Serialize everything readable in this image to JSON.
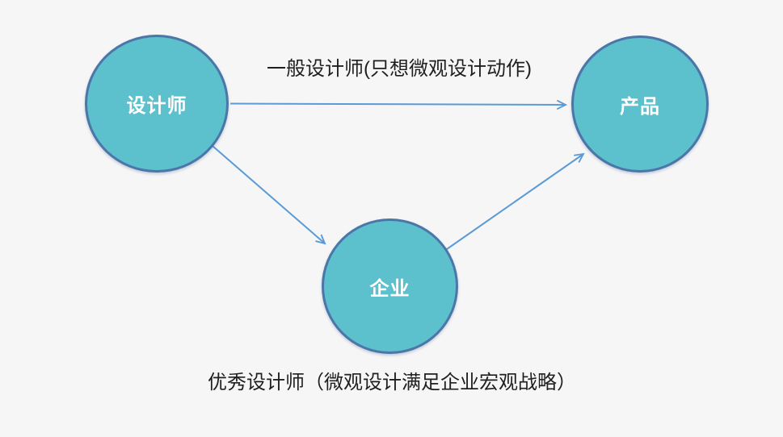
{
  "colors": {
    "background": "#f6f6f7",
    "node_fill": "#5cc1cc",
    "node_border": "#4b76a8",
    "arrow": "#5b9bd5",
    "caption_text": "#1f1f1f",
    "node_text": "#ffffff"
  },
  "diagram": {
    "type": "flow-diagram",
    "nodes": [
      {
        "id": "designer",
        "label": "设计师"
      },
      {
        "id": "product",
        "label": "产品"
      },
      {
        "id": "enterprise",
        "label": "企业"
      }
    ],
    "edges": [
      {
        "from": "designer",
        "to": "product",
        "label": "一般设计师(只想微观设计动作)"
      },
      {
        "from": "designer",
        "to": "enterprise",
        "label": ""
      },
      {
        "from": "enterprise",
        "to": "product",
        "label": ""
      }
    ],
    "captions": {
      "bottom": "优秀设计师（微观设计满足企业宏观战略）"
    }
  }
}
